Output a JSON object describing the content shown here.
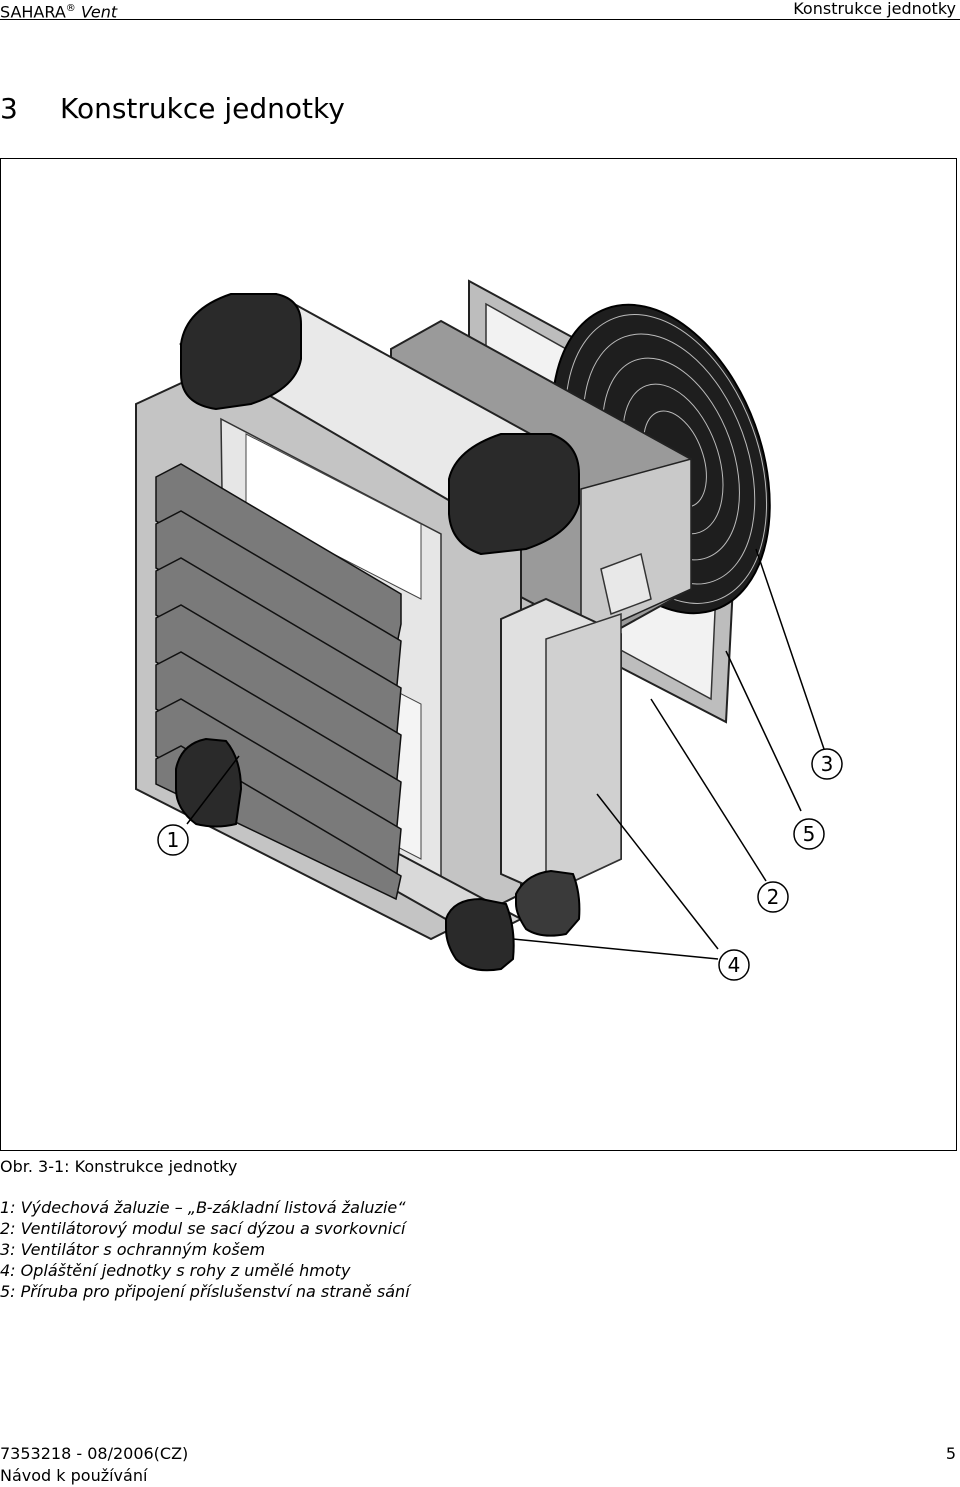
{
  "header": {
    "brand": "SAHARA",
    "reg": "®",
    "product": "Vent",
    "section": "Konstrukce jednotky"
  },
  "chapter": {
    "number": "3",
    "title": "Konstrukce jednotky"
  },
  "figure": {
    "callouts": [
      "1",
      "2",
      "3",
      "4",
      "5"
    ],
    "caption": "Obr. 3-1: Konstrukce jednotky"
  },
  "legend": [
    "1: Výdechová žaluzie – „B-základní listová žaluzie“",
    "2: Ventilátorový modul se sací dýzou a svorkovnicí",
    "3: Ventilátor s ochranným košem",
    "4: Opláštění jednotky s rohy z umělé hmoty",
    "5: Příruba pro připojení příslušenství na straně sání"
  ],
  "footer": {
    "doc_number": "7353218 - 08/2006(CZ)",
    "doc_type": "Návod k používání",
    "page": "5"
  },
  "colors": {
    "dark_corner": "#2a2a2a",
    "mid_grey": "#8c8c8c",
    "light_grey": "#d4d4d4",
    "louver": "#7a7a7a"
  }
}
